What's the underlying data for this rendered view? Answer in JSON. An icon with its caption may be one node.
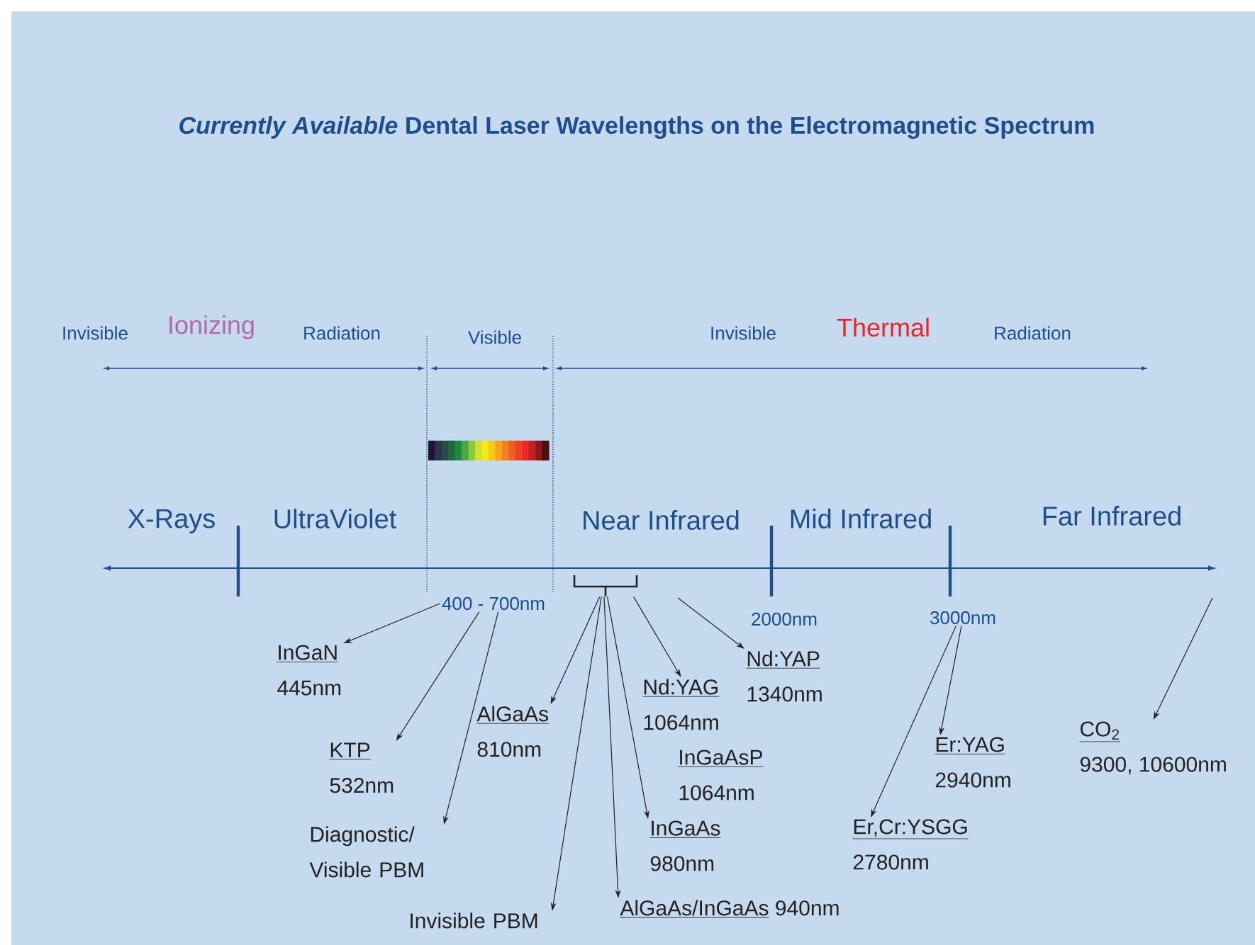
{
  "diagram": {
    "title": "*Currently Available* Dental Laser Wavelengths on the Electromagnetic Spectrum",
    "nodes": [
      {
        "text": [
          "400 - 700nm"
        ]
      },
      {
        "text": [],
        "shape": "bracket"
      },
      {
        "text": [
          "3000nm"
        ]
      },
      {
        "text": [
          "InGaN",
          "445nm"
        ]
      },
      {
        "text": [
          "KTP",
          "532nm"
        ]
      },
      {
        "text": [
          "AlGaAs",
          "810nm"
        ]
      },
      {
        "text": [
          "Nd:YAG",
          "1064nm"
        ]
      },
      {
        "text": [
          "Nd:YAP",
          "1340nm"
        ]
      },
      {
        "text": [
          "InGaAsP",
          "1064nm"
        ]
      },
      {
        "text": [
          "Er:YAG",
          "2940nm"
        ]
      },
      {
        "text": [
          "CO$_{2}$",
          "9300, 10600nm"
        ]
      },
      {
        "text": [
          "Diagnostic/ Visible PBM"
        ]
      },
      {
        "text": [
          "InGaAs",
          "980nm"
        ]
      },
      {
        "text": [
          "Er,Cr:YSGG",
          "2780nm"
        ]
      },
      {
        "text": [
          "Invisible PBM"
        ]
      },
      {
        "text": [
          "AlGaAs/InGaAs",
          "940nm"
        ]
      }
    ],
    "edges": [
      {
        "from": 0,
        "to": 3,
        "arrow": "to"
      },
      {
        "from": 0,
        "to": 4,
        "arrow": "to"
      },
      {
        "from": 0,
        "to": 11,
        "arrow": "to"
      },
      {
        "from": 1,
        "to": 5,
        "arrow": "to"
      },
      {
        "from": 1,
        "to": 14,
        "arrow": "to"
      },
      {
        "from": 1,
        "to": 15,
        "arrow": "to"
      },
      {
        "from": 1,
        "to": 12,
        "arrow": "to"
      },
      {
        "from": 1,
        "to": 6,
        "arrow": "to"
      },
      {
        "from": null,
        "to": 7,
        "arrow": "to"
      },
      {
        "from": 2,
        "to": 13,
        "arrow": "to"
      },
      {
        "from": 2,
        "to": 9,
        "arrow": "to"
      },
      {
        "from": null,
        "to": 10,
        "arrow": "to"
      }
    ],
    "labels": [
      "Invisible",
      "Ionizing",
      "Radiation",
      "Visible",
      "Invisible",
      "Thermal",
      "Radiation",
      "X-Rays",
      "UltraViolet",
      "Near Infrared",
      "Mid Infrared",
      "Far Infrared",
      "2000nm"
    ]
  }
}
